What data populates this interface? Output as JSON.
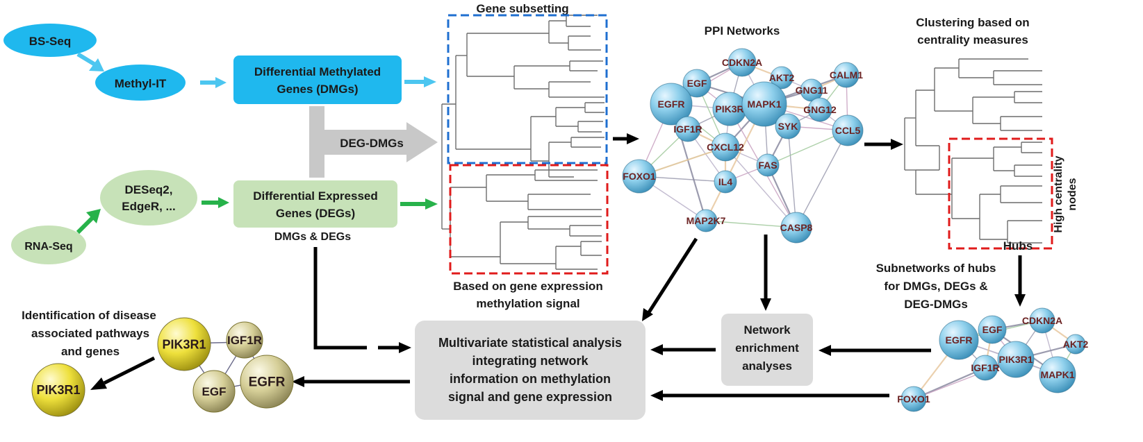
{
  "inputs": {
    "bs_seq": "BS-Seq",
    "methyl_it": "Methyl-IT",
    "rna_seq": "RNA-Seq",
    "deseq_line1": "DESeq2,",
    "deseq_line2": "EdgeR, ..."
  },
  "boxes": {
    "dmg_line1": "Differential Methylated",
    "dmg_line2": "Genes (DMGs)",
    "deg_line1": "Differential Expressed",
    "deg_line2": "Genes (DEGs)",
    "deg_dmgs": "DEG-DMGs",
    "dmgs_degs": "DMGs &  DEGs",
    "multivariate": [
      "Multivariate statistical analysis",
      "integrating network",
      "information on methylation",
      "signal and gene expression"
    ],
    "enrichment": [
      "Network",
      "enrichment",
      "analyses"
    ]
  },
  "labels": {
    "gene_subsetting": "Gene subsetting",
    "based_on_line1": "Based on gene expression",
    "based_on_line2": "methylation signal",
    "ppi_networks": "PPI Networks",
    "clustering_line1": "Clustering based on",
    "clustering_line2": "centrality measures",
    "high_centrality_line1": "High centrality",
    "high_centrality_line2": "nodes",
    "hubs": "Hubs",
    "subnetworks": [
      "Subnetworks of hubs",
      "for DMGs, DEGs &",
      "DEG-DMGs"
    ],
    "identification": [
      "Identification of disease",
      "associated pathways",
      "and genes"
    ]
  },
  "ppi_nodes": [
    "CDKN2A",
    "EGF",
    "AKT2",
    "CALM1",
    "GNG11",
    "EGFR",
    "PIK3R",
    "MAPK1",
    "GNG12",
    "IGF1R",
    "SYK",
    "CCL5",
    "CXCL12",
    "FAS",
    "FOXO1",
    "IL4",
    "MAP2K7",
    "CASP8"
  ],
  "sub_nodes": [
    "CDKN2A",
    "EGF",
    "EGFR",
    "AKT2",
    "IGF1R",
    "PIK3R1",
    "MAPK1",
    "FOXO1"
  ],
  "result_nodes": [
    "PIK3R1",
    "IGF1R",
    "EGF",
    "EGFR"
  ],
  "result_single": "PIK3R1",
  "colors": {
    "blue_fill": "#1fb8ee",
    "blue_arrow": "#4cc6f0",
    "green_fill": "#c7e2b8",
    "green_arrow": "#27b24a",
    "gray_arrow": "#c8c8c8",
    "box_gray": "#dcdcdc",
    "dash_blue": "#1f6fd0",
    "dash_red": "#e01b1b",
    "node_blue": "#7cc8e6",
    "node_yellow": "#f2e84a",
    "node_olive": "#d9d3a0"
  }
}
